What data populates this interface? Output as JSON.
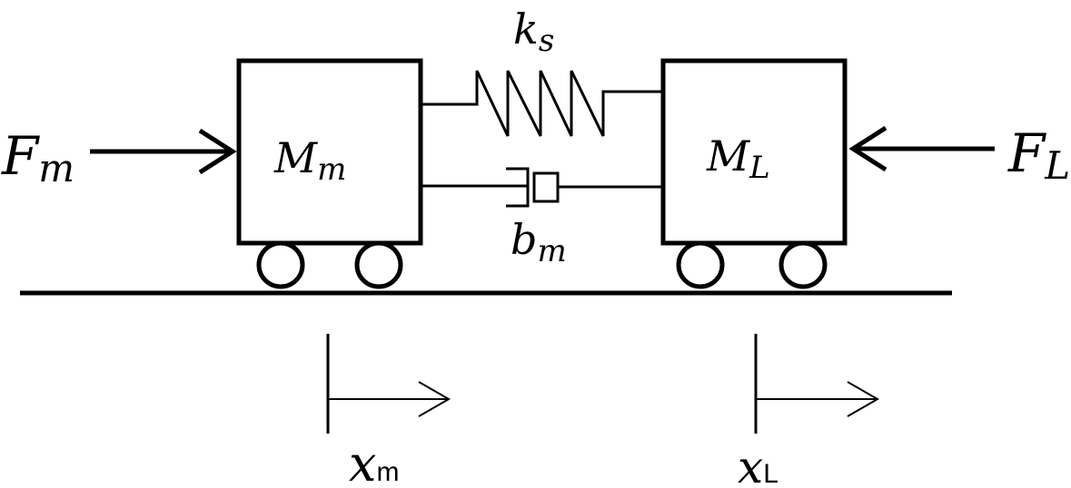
{
  "diagram": {
    "force_left": {
      "main": "F",
      "sub": "m"
    },
    "force_right": {
      "main": "F",
      "sub": "L"
    },
    "mass_left": {
      "main": "M",
      "sub": "m"
    },
    "mass_right": {
      "main": "M",
      "sub": "L"
    },
    "spring": {
      "main": "k",
      "sub": "s"
    },
    "damper": {
      "main": "b",
      "sub": "m"
    },
    "disp_left": {
      "main": "x",
      "sub": "m"
    },
    "disp_right": {
      "main": "x",
      "sub": "L"
    }
  },
  "colors": {
    "stroke": "#000000",
    "background": "#ffffff"
  }
}
